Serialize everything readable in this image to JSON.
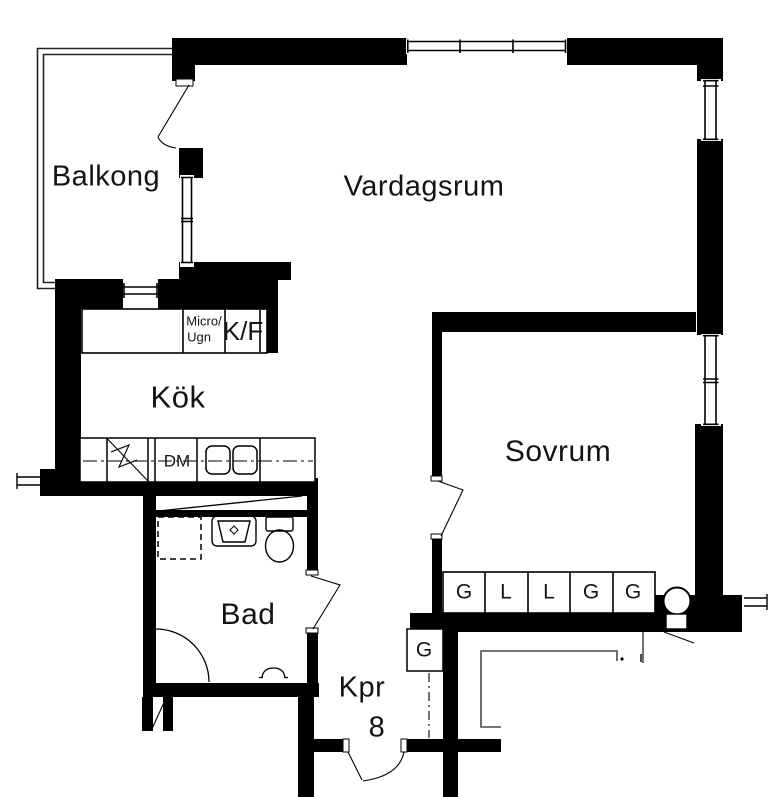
{
  "plan": {
    "title": "Apartment floor plan",
    "colors": {
      "background": "#ffffff",
      "wall": "#000000",
      "thin_line": "#000000",
      "shelf_line": "#4a4a4a"
    },
    "rooms": {
      "balkong": "Balkong",
      "vardagsrum": "Vardagsrum",
      "kok": "Kök",
      "sovrum": "Sovrum",
      "bad": "Bad",
      "kpr": "Kpr",
      "kpr_number": "8"
    },
    "kitchen": {
      "micro_line1": "Micro/",
      "micro_line2": "Ugn",
      "kf": "K/F",
      "dm": "DM"
    },
    "closets": {
      "sovrum_row": [
        "G",
        "L",
        "L",
        "G",
        "G"
      ],
      "hall_g": "G"
    }
  }
}
